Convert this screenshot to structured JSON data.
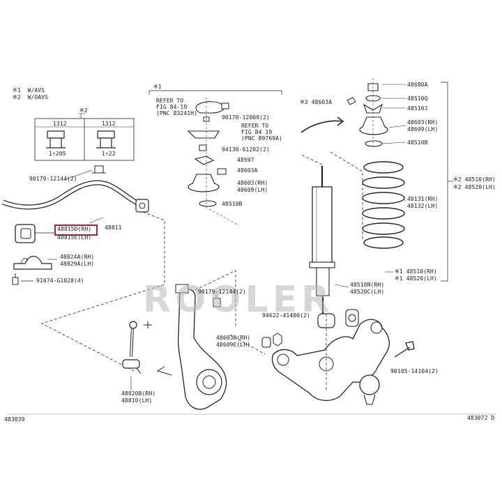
{
  "legend": {
    "line1": "※1  W/AVS",
    "line2": "※2  W/OAVS"
  },
  "watermark": "ROOLER",
  "footer": {
    "left_code": "483039",
    "right_code": "483072 D"
  },
  "highlight_color": "#b01e3c",
  "bracket_labels": {
    "left_group": "※2",
    "top_group": "※1",
    "tbl_a1": "1312",
    "tbl_a2": "1↑205",
    "tbl_b1": "1312",
    "tbl_b2": "1↑22"
  },
  "refer_notes": {
    "a1": "REFER TO",
    "a2": "FIG 84-19",
    "a3": "(PNC 83241H)",
    "b1": "REFER TO",
    "b2": "FIG 84 19",
    "b3": "(PNC 89769A)"
  },
  "parts": {
    "p90179a": "90179-12144(2)",
    "p48811": "48811",
    "p48815": "48815D(RH)",
    "p48815e": "48815E(LH)",
    "p48824": "48824A(RH)",
    "p48829": "48829A(LH)",
    "p91674": "91674-G1028(4)",
    "p90179b": "90179-12144(2)",
    "p48820": "48820B(RH)",
    "p48810": "48810(LH)",
    "p90170": "90170-12009(2)",
    "p94130": "94130-61202(2)",
    "p48597": "48597",
    "p48603a_mid": "48603A",
    "p48603_mid": "48603(RH)",
    "p48609_mid": "48609(LH)",
    "p48510b_mid": "48510B",
    "p48603a_top": "※3 48603A",
    "p48680": "48680A",
    "p48510q": "48510Q",
    "p48510j": "48510J",
    "p48603_r": "48603(RH)",
    "p48609_r": "48609(LH)",
    "p48510b_r": "48510B",
    "p48510_rh": "※2 48510(RH)",
    "p48520_lh": "※2 48520(LH)",
    "p48131": "48131(RH)",
    "p48132": "48132(LH)",
    "p48510_1": "※1 48510(RH)",
    "p48520_1": "※1 48520(LH)",
    "p48510n": "48510N(RH)",
    "p48520c": "48520C(LH)",
    "p94622": "94622-41400(2)",
    "p48603d": "48603D(RH)",
    "p48609e": "48609E(LH)",
    "p90105": "90105-14104(2)"
  }
}
